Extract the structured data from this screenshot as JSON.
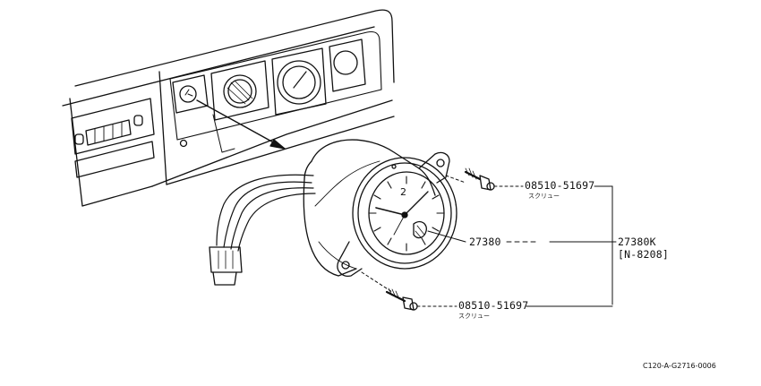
{
  "callouts": {
    "screw_top": {
      "part_no": "08510-51697",
      "name": "スクリュー"
    },
    "clock": {
      "part_no": "27380"
    },
    "screw_bottom": {
      "part_no": "08510-51697",
      "name": "スクリュー"
    },
    "assembly": {
      "part_no": "27380K",
      "code": "[N-8208]"
    }
  },
  "dial_numeral": "2",
  "drawing_ref": "C120-A-G2716-0006",
  "colors": {
    "ink": "#111111",
    "paper": "#ffffff"
  }
}
